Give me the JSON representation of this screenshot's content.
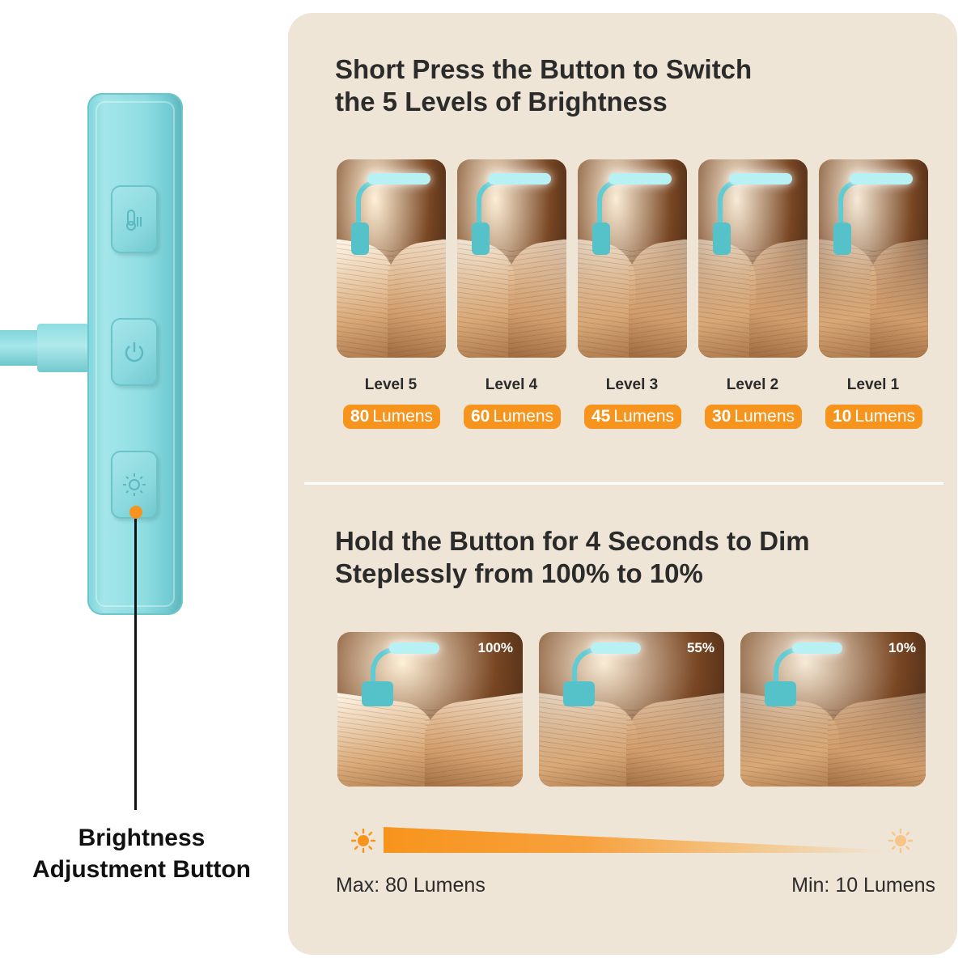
{
  "brightness_levels": {
    "title_line1": "Short Press the Button to Switch",
    "title_line2": "the 5 Levels of Brightness",
    "unit": "Lumens",
    "levels": [
      {
        "label": "Level 5",
        "lumens": "80"
      },
      {
        "label": "Level 4",
        "lumens": "60"
      },
      {
        "label": "Level 3",
        "lumens": "45"
      },
      {
        "label": "Level 2",
        "lumens": "30"
      },
      {
        "label": "Level 1",
        "lumens": "10"
      }
    ]
  },
  "stepless_dimming": {
    "title_line1": "Hold the Button for 4 Seconds to Dim",
    "title_line2": "Steplessly from 100% to 10%",
    "samples": [
      {
        "percent": "100%"
      },
      {
        "percent": "55%"
      },
      {
        "percent": "10%"
      }
    ],
    "max_label": "Max: 80 Lumens",
    "min_label": "Min: 10 Lumens"
  },
  "device": {
    "buttons": [
      {
        "icon": "color-temperature-icon"
      },
      {
        "icon": "power-icon"
      },
      {
        "icon": "brightness-sun-icon"
      }
    ],
    "callout_line1": "Brightness",
    "callout_line2": "Adjustment Button"
  },
  "colors": {
    "accent": "#f7941d",
    "panel": "#efe5d6",
    "device": "#8edde2"
  }
}
